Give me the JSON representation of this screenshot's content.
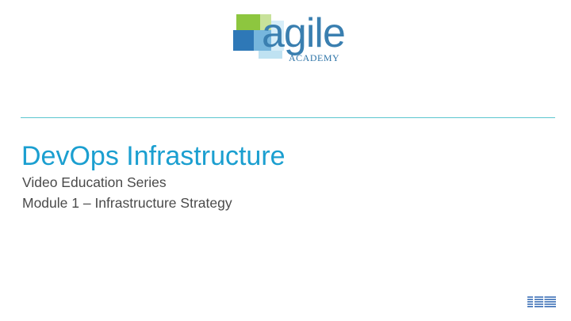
{
  "logo": {
    "word": "agile",
    "subtitle": "ACADEMY",
    "colors": {
      "green": "#8dc63f",
      "blue": "#2e78b7",
      "light": "#bfe2f2"
    }
  },
  "title": "DevOps Infrastructure",
  "subtitles": [
    "Video Education Series",
    "Module 1 – Infrastructure Strategy"
  ],
  "footer": {
    "brand": "IBM"
  },
  "colors": {
    "title": "#1b9fd0",
    "rule": "#5cc7cf",
    "text": "#4a4a4a"
  }
}
